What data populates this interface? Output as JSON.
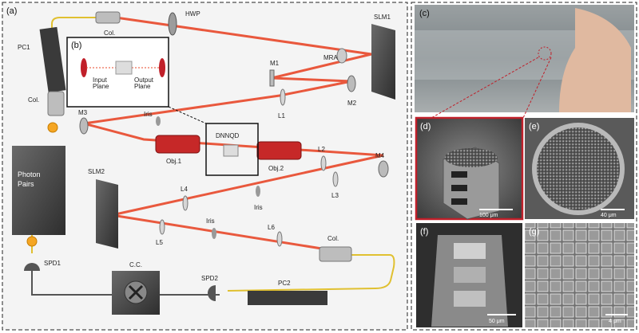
{
  "panels": {
    "a": "(a)",
    "b": "(b)",
    "c": "(c)",
    "d": "(d)",
    "e": "(e)",
    "f": "(f)",
    "g": "(g)"
  },
  "components": {
    "hwp": "HWP",
    "slm1": "SLM1",
    "slm2": "SLM2",
    "col_top": "Col.",
    "col_left": "Col.",
    "col_bottom": "Col.",
    "pc1": "PC1",
    "pc2": "PC2",
    "m1": "M1",
    "m2": "M2",
    "m3": "M3",
    "m4": "M4",
    "mra": "MRA",
    "l1": "L1",
    "l2": "L2",
    "l3": "L3",
    "l4": "L4",
    "l5": "L5",
    "l6": "L6",
    "iris1": "Iris",
    "iris2": "Iris",
    "iris3": "Iris",
    "obj1": "Obj.1",
    "obj2": "Obj.2",
    "dnnqd": "DNNQD",
    "input_plane_1": "Input",
    "input_plane_2": "Plane",
    "output_plane_1": "Output",
    "output_plane_2": "Plane",
    "photon_pairs_1": "Photon",
    "photon_pairs_2": "Pairs",
    "spd1": "SPD1",
    "spd2": "SPD2",
    "cc": "C.C."
  },
  "scale_bars": {
    "d": "100 μm",
    "e": "40 μm",
    "f": "50 μm",
    "g": "4 μm"
  },
  "colors": {
    "beam": "#e8482a",
    "fiber": "#e0c030",
    "dark_box": "#4a4a4a",
    "sem_frame_d": "#c0202a"
  }
}
